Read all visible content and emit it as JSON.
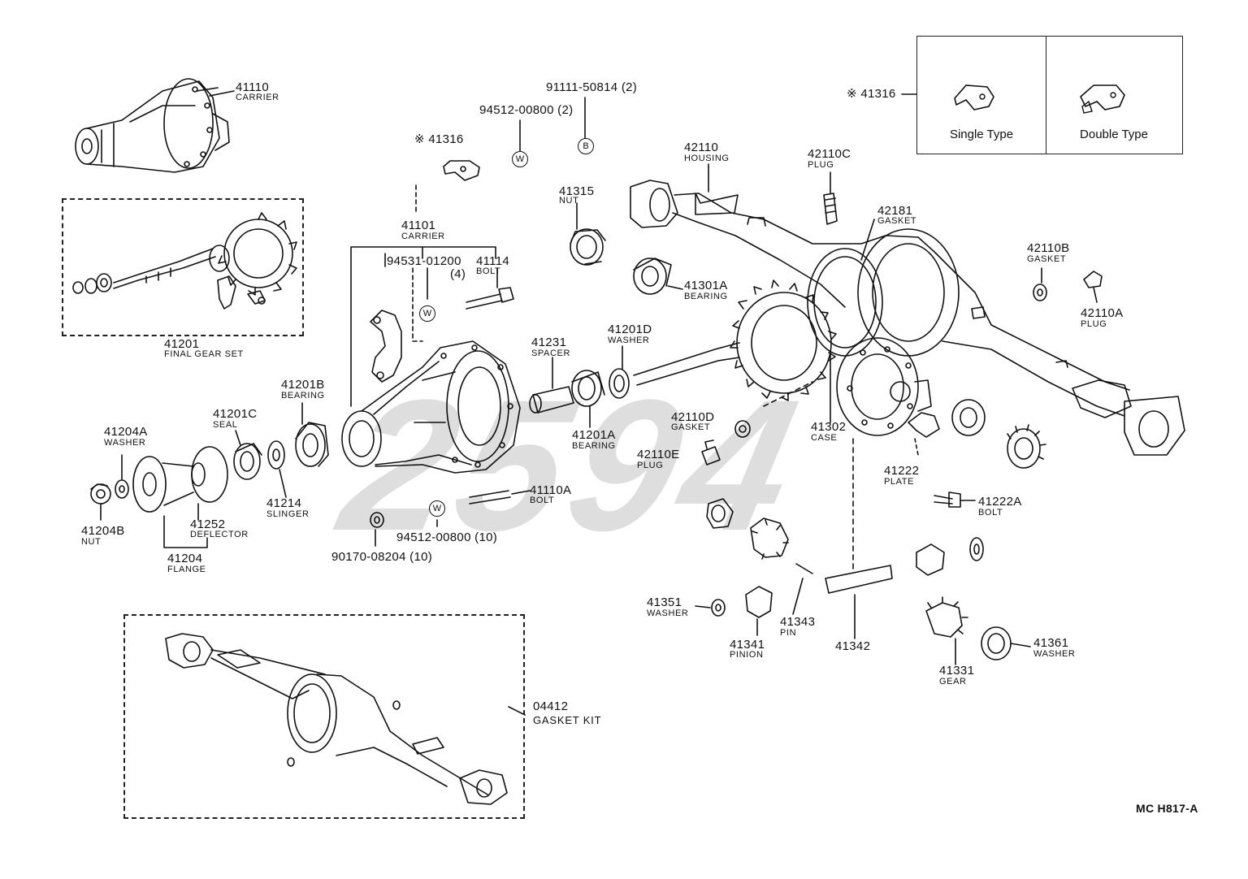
{
  "diagram_code": "MC H817-A",
  "watermark": "2594",
  "inset": {
    "ref": "※ 41316",
    "single_label": "Single Type",
    "double_label": "Double Type"
  },
  "fastener_marks": {
    "w": "W",
    "b": "B"
  },
  "labels": {
    "p41110": {
      "num": "41110",
      "name": "CARRIER"
    },
    "p41201": {
      "num": "41201",
      "name": "FINAL GEAR SET"
    },
    "p41316": {
      "num": "※ 41316"
    },
    "p94512_top": {
      "num": "94512-00800 (2)"
    },
    "p91111": {
      "num": "91111-50814 (2)"
    },
    "p41315": {
      "num": "41315",
      "name": "NUT"
    },
    "p41101": {
      "num": "41101",
      "name": "CARRIER"
    },
    "p94531": {
      "num": "94531-01200",
      "qty": "(4)"
    },
    "p41114": {
      "num": "41114",
      "name": "BOLT"
    },
    "p42110": {
      "num": "42110",
      "name": "HOUSING"
    },
    "p42110C": {
      "num": "42110C",
      "name": "PLUG"
    },
    "p42181": {
      "num": "42181",
      "name": "GASKET"
    },
    "p42110B": {
      "num": "42110B",
      "name": "GASKET"
    },
    "p42110A": {
      "num": "42110A",
      "name": "PLUG"
    },
    "p41301A": {
      "num": "41301A",
      "name": "BEARING"
    },
    "p41231": {
      "num": "41231",
      "name": "SPACER"
    },
    "p41201D": {
      "num": "41201D",
      "name": "WASHER"
    },
    "p41201A": {
      "num": "41201A",
      "name": "BEARING"
    },
    "p41201B": {
      "num": "41201B",
      "name": "BEARING"
    },
    "p41201C": {
      "num": "41201C",
      "name": "SEAL"
    },
    "p41204A": {
      "num": "41204A",
      "name": "WASHER"
    },
    "p41214": {
      "num": "41214",
      "name": "SLINGER"
    },
    "p41252": {
      "num": "41252",
      "name": "DEFLECTOR"
    },
    "p41204B": {
      "num": "41204B",
      "name": "NUT"
    },
    "p41204": {
      "num": "41204",
      "name": "FLANGE"
    },
    "p41110A": {
      "num": "41110A",
      "name": "BOLT"
    },
    "p94512_bot": {
      "num": "94512-00800 (10)"
    },
    "p90170": {
      "num": "90170-08204 (10)"
    },
    "p42110D": {
      "num": "42110D",
      "name": "GASKET"
    },
    "p42110E": {
      "num": "42110E",
      "name": "PLUG"
    },
    "p41302": {
      "num": "41302",
      "name": "CASE"
    },
    "p41222": {
      "num": "41222",
      "name": "PLATE"
    },
    "p41222A": {
      "num": "41222A",
      "name": "BOLT"
    },
    "p41351": {
      "num": "41351",
      "name": "WASHER"
    },
    "p41341": {
      "num": "41341",
      "name": "PINION"
    },
    "p41343": {
      "num": "41343",
      "name": "PIN"
    },
    "p41342": {
      "num": "41342"
    },
    "p41331": {
      "num": "41331",
      "name": "GEAR"
    },
    "p41361": {
      "num": "41361",
      "name": "WASHER"
    },
    "p04412": {
      "num": "04412",
      "name": "GASKET KIT"
    }
  }
}
